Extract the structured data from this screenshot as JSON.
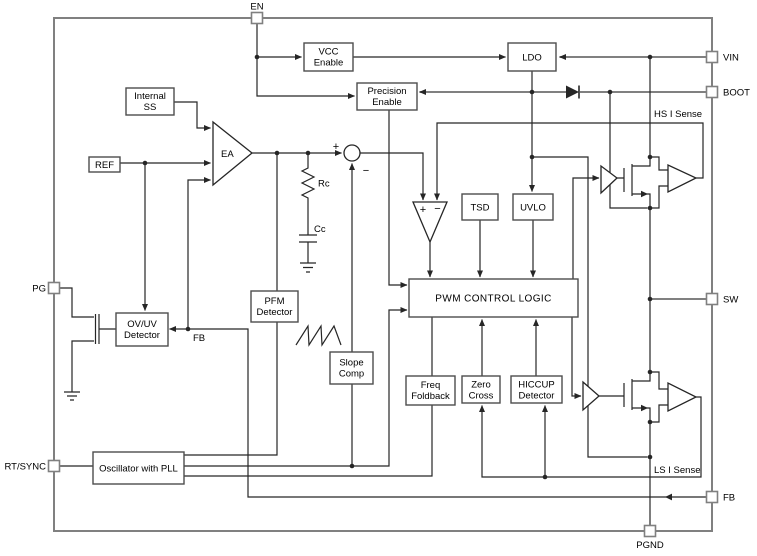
{
  "diagram": {
    "pins": {
      "en": "EN",
      "vin": "VIN",
      "boot": "BOOT",
      "sw": "SW",
      "fb": "FB",
      "pgnd": "PGND",
      "pg": "PG",
      "rtsync": "RT/SYNC"
    },
    "blocks": {
      "vcc_enable": {
        "l1": "VCC",
        "l2": "Enable"
      },
      "ldo": {
        "l1": "LDO"
      },
      "precision_enable": {
        "l1": "Precision",
        "l2": "Enable"
      },
      "internal_ss": {
        "l1": "Internal",
        "l2": "SS"
      },
      "ref": {
        "l1": "REF"
      },
      "tsd": {
        "l1": "TSD"
      },
      "uvlo": {
        "l1": "UVLO"
      },
      "pwm_control_logic": {
        "l1": "PWM CONTROL LOGIC"
      },
      "pfm_detector": {
        "l1": "PFM",
        "l2": "Detector"
      },
      "ovuv_detector": {
        "l1": "OV/UV",
        "l2": "Detector"
      },
      "slope_comp": {
        "l1": "Slope",
        "l2": "Comp"
      },
      "freq_foldback": {
        "l1": "Freq",
        "l2": "Foldback"
      },
      "zero_cross": {
        "l1": "Zero",
        "l2": "Cross"
      },
      "hiccup_detector": {
        "l1": "HICCUP",
        "l2": "Detector"
      },
      "oscillator": {
        "l1": "Oscillator with PLL"
      }
    },
    "labels": {
      "ea": "EA",
      "rc": "Rc",
      "cc": "Cc",
      "fb_node": "FB",
      "hs_i_sense": "HS I Sense",
      "ls_i_sense": "LS I Sense",
      "sum_plus": "+",
      "sum_minus": "−",
      "comp_plus": "+",
      "comp_minus": "−"
    },
    "colors": {
      "signal": "#262626",
      "power_rail": "#808080",
      "block_border": "#4d4d4d",
      "text": "#000000",
      "background": "#ffffff"
    }
  }
}
